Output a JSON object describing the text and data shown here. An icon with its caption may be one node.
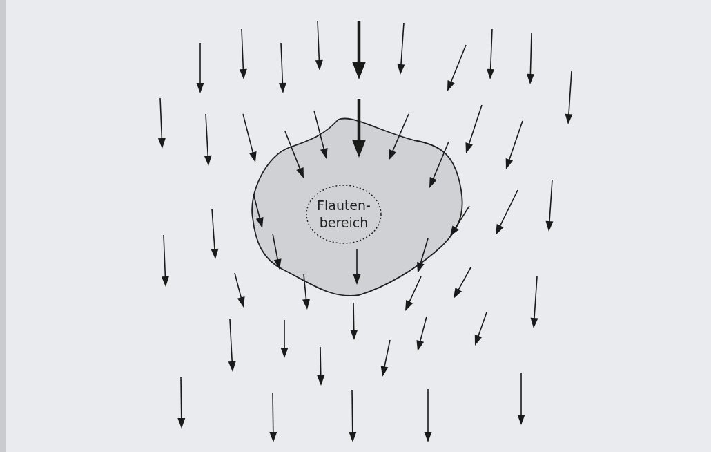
{
  "diagram": {
    "nodes": [
      {
        "text": [],
        "shape": "blob"
      },
      {
        "text": [
          "Flauten- bereich"
        ],
        "in": 0
      }
    ]
  }
}
